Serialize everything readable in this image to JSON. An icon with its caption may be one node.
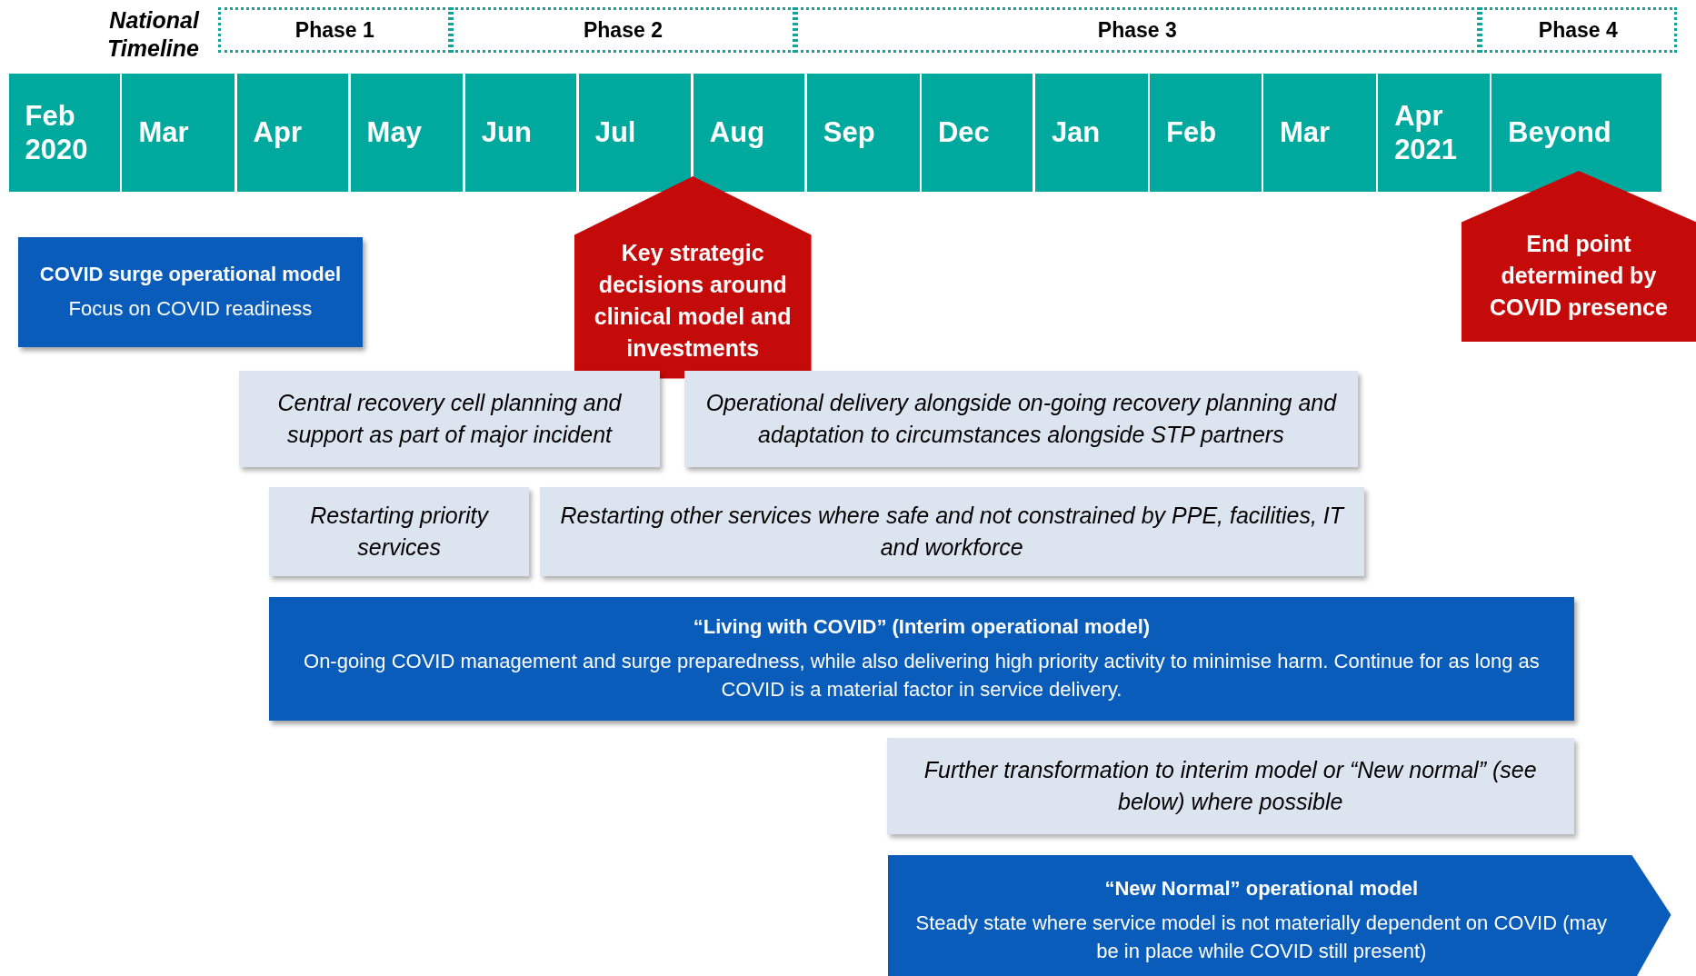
{
  "diagram": {
    "nodes": [
      {
        "text": [
          "Phase 1"
        ]
      },
      {
        "text": [
          "Phase 2"
        ]
      },
      {
        "text": [
          "Phase 3"
        ]
      },
      {
        "text": [
          "Phase 4"
        ]
      },
      {
        "text": [
          "Feb 2020"
        ]
      },
      {
        "text": [
          "Mar"
        ]
      },
      {
        "text": [
          "Apr"
        ]
      },
      {
        "text": [
          "May"
        ]
      },
      {
        "text": [
          "Jun"
        ]
      },
      {
        "text": [
          "Jul"
        ]
      },
      {
        "text": [
          "Aug"
        ]
      },
      {
        "text": [
          "Sep"
        ]
      },
      {
        "text": [
          "Dec"
        ]
      },
      {
        "text": [
          "Jan"
        ]
      },
      {
        "text": [
          "Feb"
        ]
      },
      {
        "text": [
          "Mar"
        ]
      },
      {
        "text": [
          "Apr 2021"
        ]
      },
      {
        "text": [
          "Beyond"
        ]
      },
      {
        "text": [
          "COVID surge operational model",
          "Focus on COVID readiness"
        ]
      },
      {
        "text": [
          "Key strategic decisions around clinical model and investments"
        ]
      },
      {
        "text": [
          "End point determined by COVID presence"
        ]
      },
      {
        "text": [
          "Central recovery cell planning and support as part of major incident"
        ]
      },
      {
        "text": [
          "Operational delivery alongside on-going recovery planning and adaptation to circumstances alongside STP partners"
        ]
      },
      {
        "text": [
          "Restarting priority services"
        ]
      },
      {
        "text": [
          "Restarting other services where safe and not constrained by PPE, facilities, IT and workforce"
        ]
      },
      {
        "text": [
          "“Living with COVID” (Interim operational model)",
          "On-going COVID management and surge preparedness, while also delivering high priority activity to minimise harm. Continue for as long as COVID is a material factor in service delivery."
        ]
      },
      {
        "text": [
          "Further transformation to interim model or “New normal” (see below) where possible"
        ]
      },
      {
        "text": [
          "“New Normal” operational model",
          "Steady state where service model is not materially dependent on COVID (may be in place while COVID still present)"
        ]
      }
    ],
    "labels": [
      "National Timeline"
    ]
  }
}
